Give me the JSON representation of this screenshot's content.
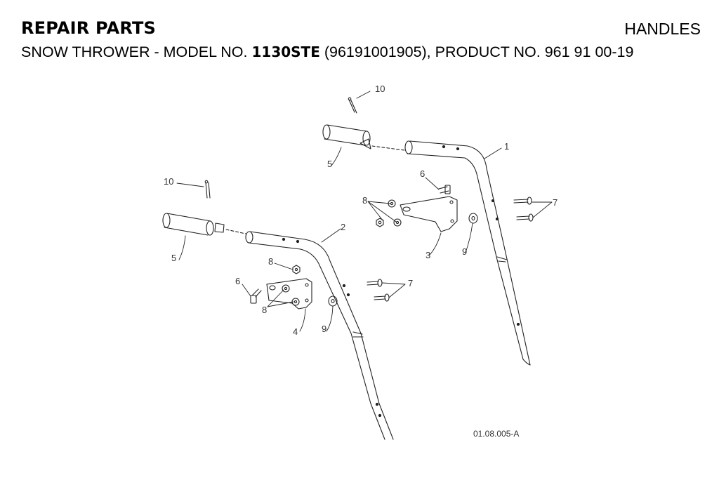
{
  "header": {
    "section": "REPAIR PARTS",
    "page_topic": "HANDLES"
  },
  "subtitle": {
    "prefix": "SNOW THROWER - MODEL NO. ",
    "model": "1130STE",
    "suffix": " (96191001905), PRODUCT NO. 961 91 00-19"
  },
  "diagram": {
    "callouts": {
      "c1": "1",
      "c2": "2",
      "c3": "3",
      "c4": "4",
      "c5_upper": "5",
      "c5_lower": "5",
      "c6_upper": "6",
      "c6_lower": "6",
      "c7_upper": "7",
      "c7_lower": "7",
      "c8_upper": "8",
      "c8_lower_top": "8",
      "c8_lower_bottom": "8",
      "c9_upper": "9",
      "c9_lower": "9",
      "c10_upper": "10",
      "c10_lower": "10"
    },
    "figure_code": "01.08.005-A"
  }
}
